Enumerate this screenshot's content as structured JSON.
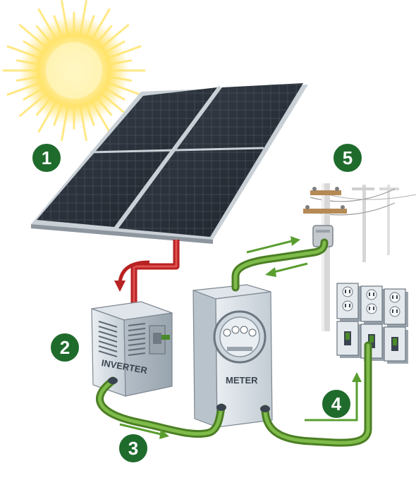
{
  "steps": [
    {
      "number": "1",
      "component": "solar-panel",
      "color": "#1f6b2c"
    },
    {
      "number": "2",
      "component": "inverter",
      "color": "#1f6b2c"
    },
    {
      "number": "3",
      "component": "cable-to-meter",
      "color": "#1f6b2c"
    },
    {
      "number": "4",
      "component": "outlets-and-switches",
      "color": "#1f6b2c"
    },
    {
      "number": "5",
      "component": "utility-pole",
      "color": "#1f6b2c"
    }
  ],
  "devices": {
    "inverter_label": "INVERTER",
    "meter_label": "METER"
  },
  "colors": {
    "dc_cable": "#b82222",
    "ac_cable": "#6da83a",
    "arrow_green": "#5a9e2f",
    "sun": "#ffd94a",
    "panel": "#2a3038",
    "badge": "#1f6b2c"
  },
  "icons": [
    "sun-icon",
    "red-arrow-icon",
    "green-arrow-icon"
  ]
}
